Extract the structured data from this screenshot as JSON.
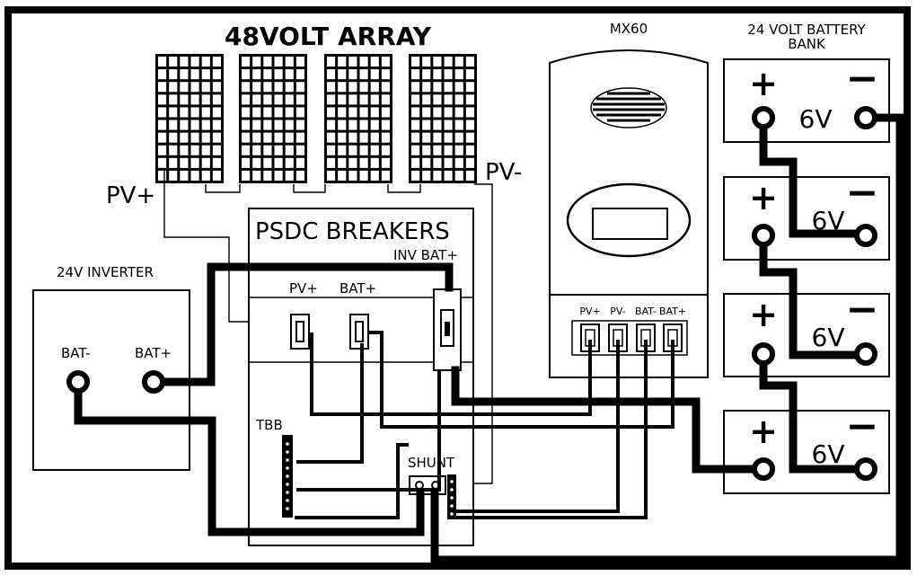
{
  "array_title": "48VOLT ARRAY",
  "controller_title": "MX60",
  "battery_bank_title_line1": "24 VOLT BATTERY",
  "battery_bank_title_line2": "BANK",
  "pv_plus": "PV+",
  "pv_minus": "PV-",
  "breakers_title": "PSDC BREAKERS",
  "inv_bat_plus": "INV BAT+",
  "breaker_pv_plus": "PV+",
  "breaker_bat_plus": "BAT+",
  "inverter_title": "24V INVERTER",
  "inverter_bat_minus": "BAT-",
  "inverter_bat_plus": "BAT+",
  "tbb": "TBB",
  "shunt": "SHUNT",
  "mx60_terminals": [
    "PV+",
    "PV-",
    "BAT-",
    "BAT+"
  ],
  "battery_plus_symbol": "+",
  "battery_minus_symbol": "−",
  "battery_voltage": "6V",
  "battery_count": 4,
  "panel_count": 4
}
